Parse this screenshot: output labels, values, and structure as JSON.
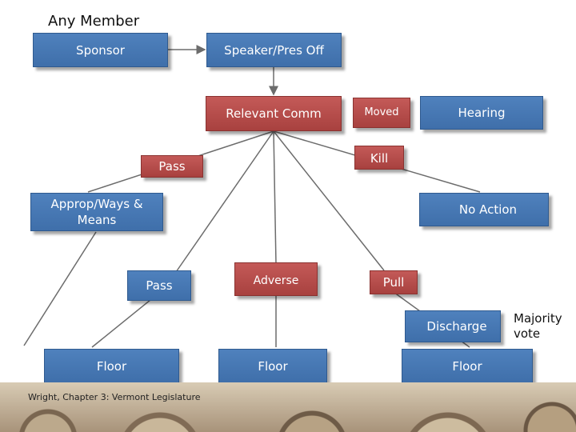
{
  "header": {
    "title": "Any Member"
  },
  "nodes": {
    "sponsor": "Sponsor",
    "speaker": "Speaker/Pres Off",
    "relevant_comm": "Relevant Comm",
    "moved": "Moved",
    "hearing": "Hearing",
    "kill": "Kill",
    "pass_upper": "Pass",
    "approp": "Approp/Ways & Means",
    "no_action": "No Action",
    "pass_lower": "Pass",
    "adverse": "Adverse",
    "pull": "Pull",
    "discharge": "Discharge",
    "majority_vote": "Majority vote",
    "floor_left": "Floor",
    "floor_mid": "Floor",
    "floor_right": "Floor"
  },
  "footer": {
    "citation": "Wright, Chapter 3: Vermont Legislature"
  },
  "colors": {
    "box_blue": "#4f81bd",
    "box_red": "#c0504d"
  }
}
